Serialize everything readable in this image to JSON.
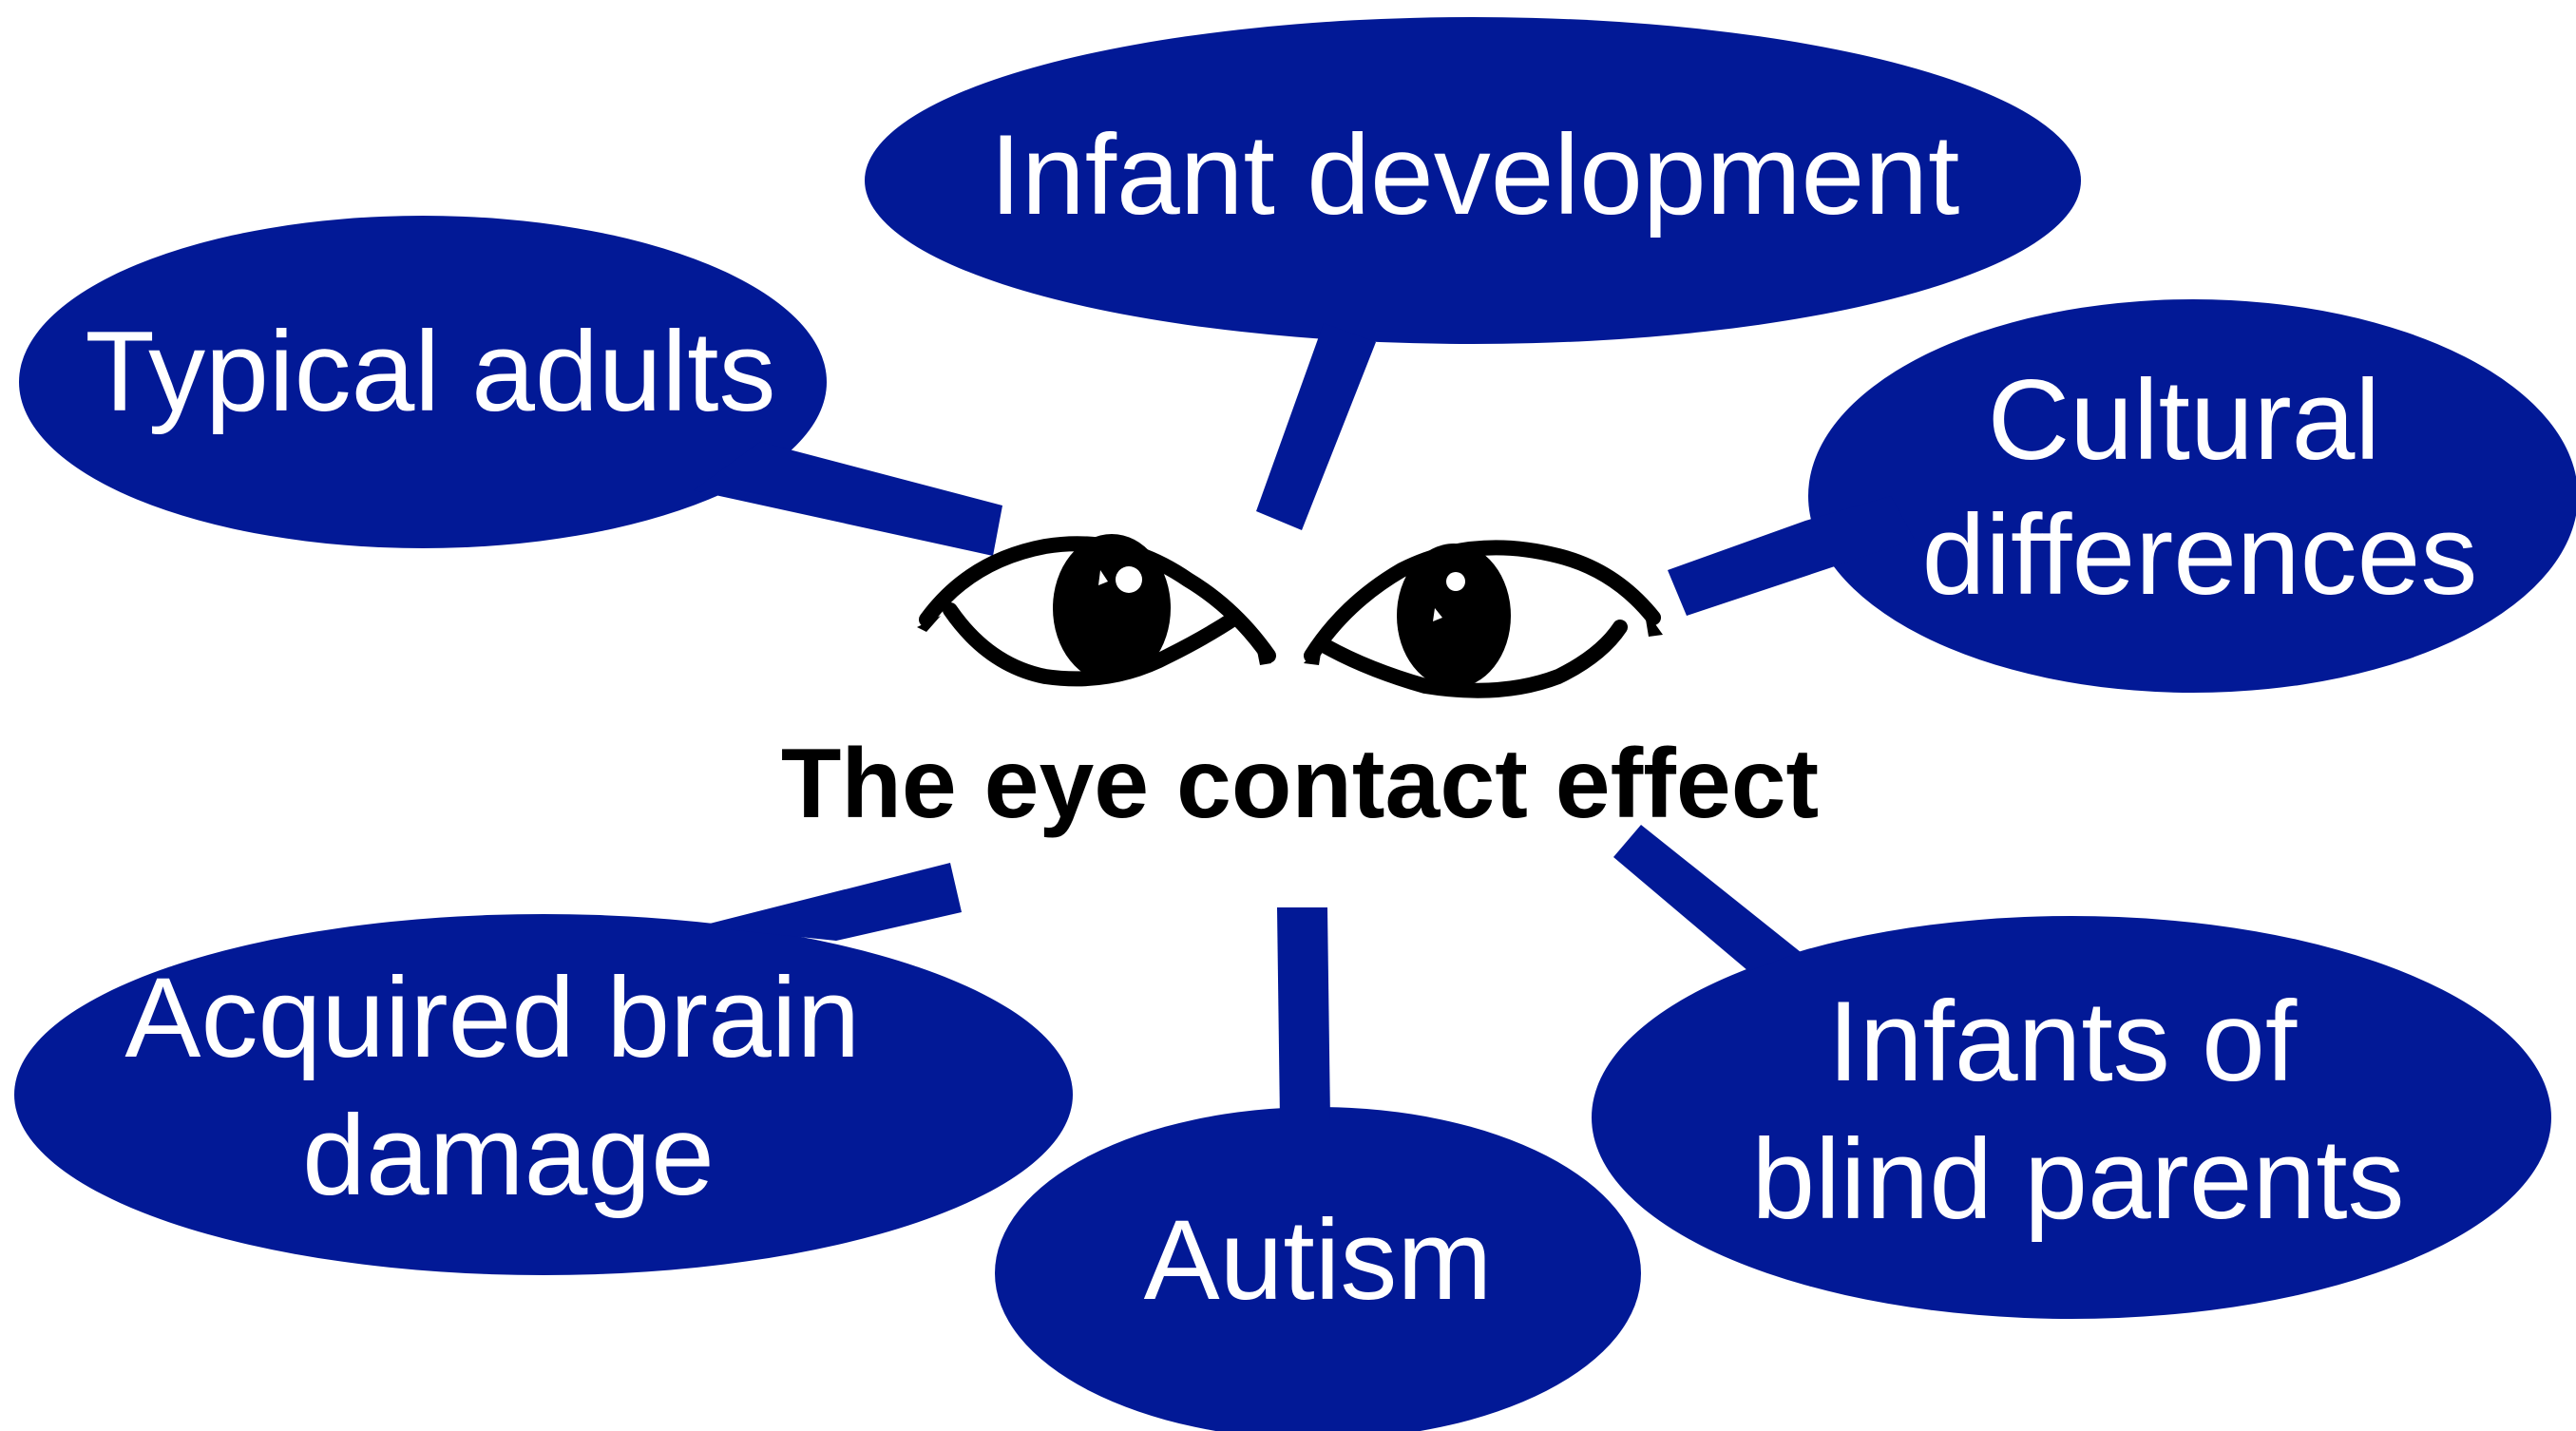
{
  "colors": {
    "bubble": "#021996",
    "text_on_bubble": "#ffffff",
    "eyes": "#000000"
  },
  "center": {
    "title": "The eye contact effect",
    "icon": "eyes-icon"
  },
  "nodes": {
    "infant_development": {
      "lines": [
        "Infant development"
      ]
    },
    "typical_adults": {
      "lines": [
        "Typical adults"
      ]
    },
    "cultural_differences": {
      "lines": [
        "Cultural",
        "differences"
      ]
    },
    "acquired_brain_damage": {
      "lines": [
        "Acquired brain",
        "damage"
      ]
    },
    "autism": {
      "lines": [
        "Autism"
      ]
    },
    "infants_blind_parents": {
      "lines": [
        "Infants of",
        "blind parents"
      ]
    }
  }
}
